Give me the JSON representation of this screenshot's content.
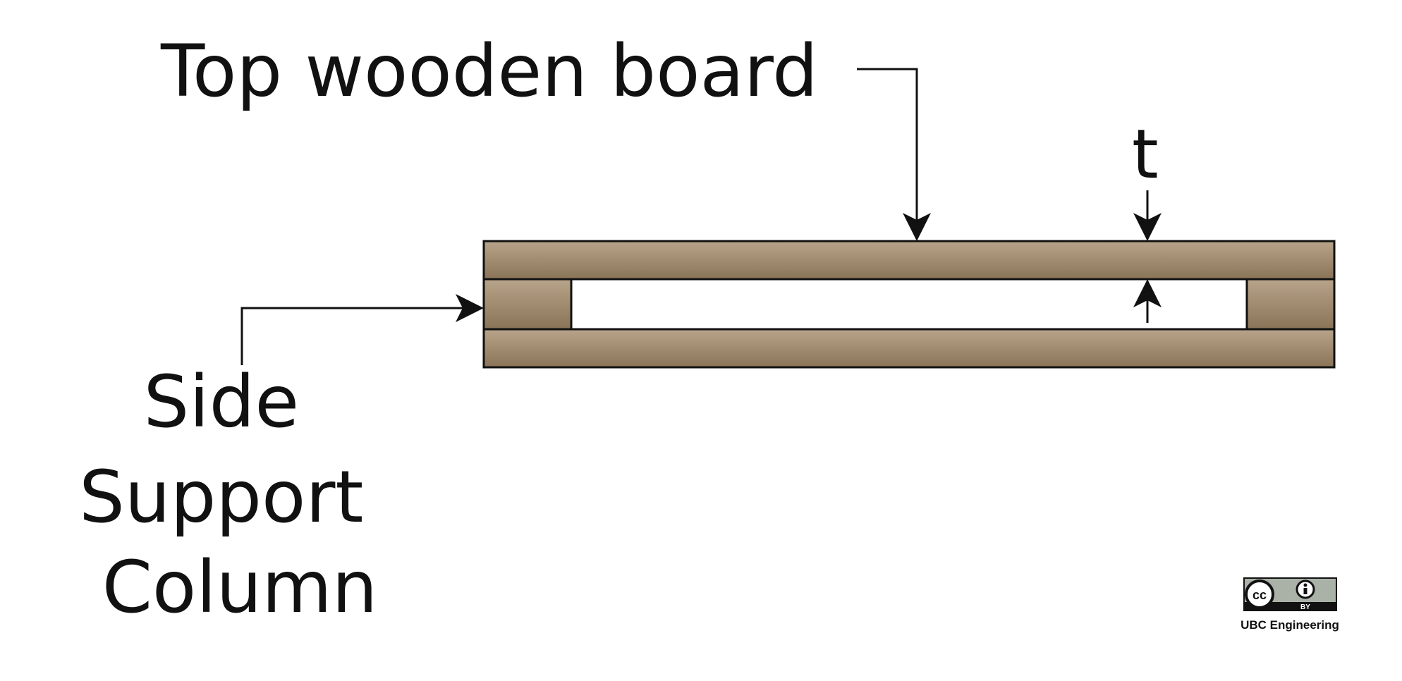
{
  "labels": {
    "top_board": "Top wooden board",
    "thickness": "t",
    "side_line_1": "Side",
    "side_line_2": "Support",
    "side_line_3": "Column"
  },
  "license": {
    "cc": "cc",
    "by": "BY",
    "credit": "UBC Engineering"
  },
  "colors": {
    "wood_light": "#b8a48a",
    "wood_dark": "#8a7458",
    "outline": "#111111",
    "background": "#ffffff"
  }
}
